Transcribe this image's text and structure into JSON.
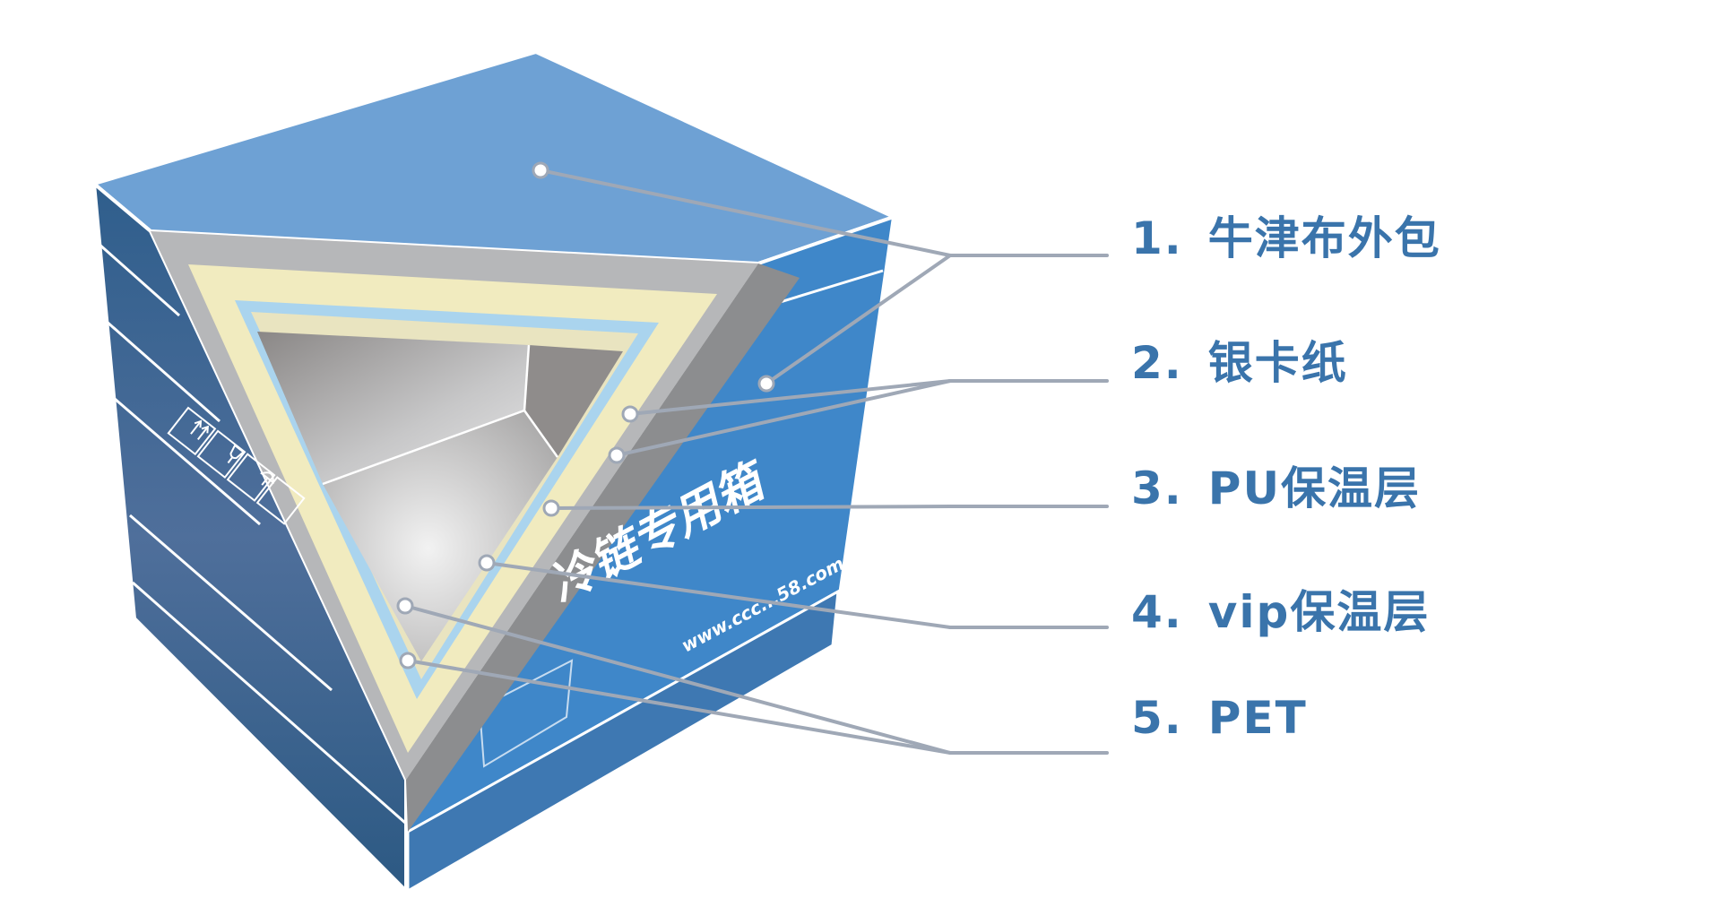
{
  "colors": {
    "top_face": "#6c9fd3",
    "right_face": "#3e86c9",
    "left_face_light": "#4d6f9b",
    "left_face_dark": "#2e5a86",
    "bottom_band": "#3d7ab5",
    "layer_gray_light": "#b5b6b8",
    "layer_gray_dark": "#8b8c8e",
    "layer_cream": "#f1ebbf",
    "layer_lightblue": "#a9d3ee",
    "cavity_dark": "#8d8a89",
    "cavity_light": "#d9d9da",
    "label_color": "#3a74ab",
    "leader_color": "#9fa8b6"
  },
  "box": {
    "brand_text": "冷链专用箱",
    "url_text": "www.ccc...58.com"
  },
  "labels": [
    {
      "number": "1.",
      "text": "牛津布外包"
    },
    {
      "number": "2.",
      "text": "银卡纸"
    },
    {
      "number": "3.",
      "text": "PU保温层"
    },
    {
      "number": "4.",
      "text": "vip保温层"
    },
    {
      "number": "5.",
      "text": "PET"
    }
  ]
}
